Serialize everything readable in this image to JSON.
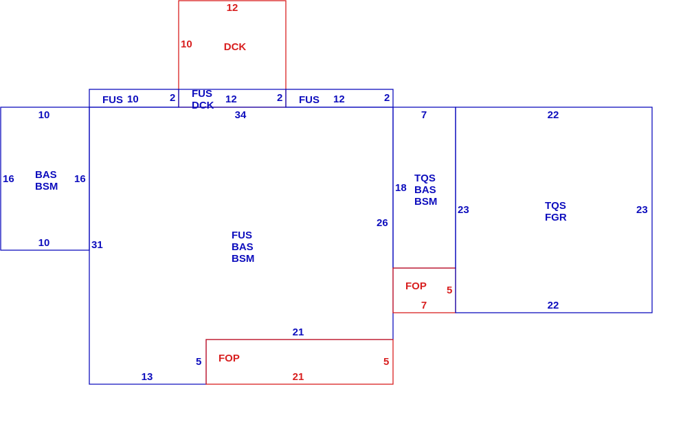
{
  "colors": {
    "blue": "#0d0dbd",
    "red": "#d81e1e"
  },
  "diagram": {
    "dck": {
      "code": "DCK",
      "top": "12",
      "left": "10"
    },
    "fus_strip_left": {
      "code": "FUS",
      "length": "10",
      "depth": "2"
    },
    "fus_strip_mid": {
      "code1": "FUS",
      "code2": "DCK",
      "length": "12",
      "depth": "2"
    },
    "fus_strip_right": {
      "code": "FUS",
      "length": "12",
      "depth": "2"
    },
    "bas_left": {
      "code1": "BAS",
      "code2": "BSM",
      "top": "10",
      "bottom": "10",
      "left": "16",
      "right": "16"
    },
    "main": {
      "code1": "FUS",
      "code2": "BAS",
      "code3": "BSM",
      "top": "34",
      "left": "31",
      "right": "26",
      "notch_top": "21",
      "bottom_left": "13"
    },
    "fop_bottom": {
      "code": "FOP",
      "left": "5",
      "right": "5",
      "bottom": "21"
    },
    "tqs_bas": {
      "code1": "TQS",
      "code2": "BAS",
      "code3": "BSM",
      "top": "7",
      "left": "18"
    },
    "fop_right": {
      "code": "FOP",
      "right": "5",
      "bottom": "7"
    },
    "tqs_fgr": {
      "code1": "TQS",
      "code2": "FGR",
      "top": "22",
      "bottom": "22",
      "left": "23",
      "right": "23"
    }
  }
}
